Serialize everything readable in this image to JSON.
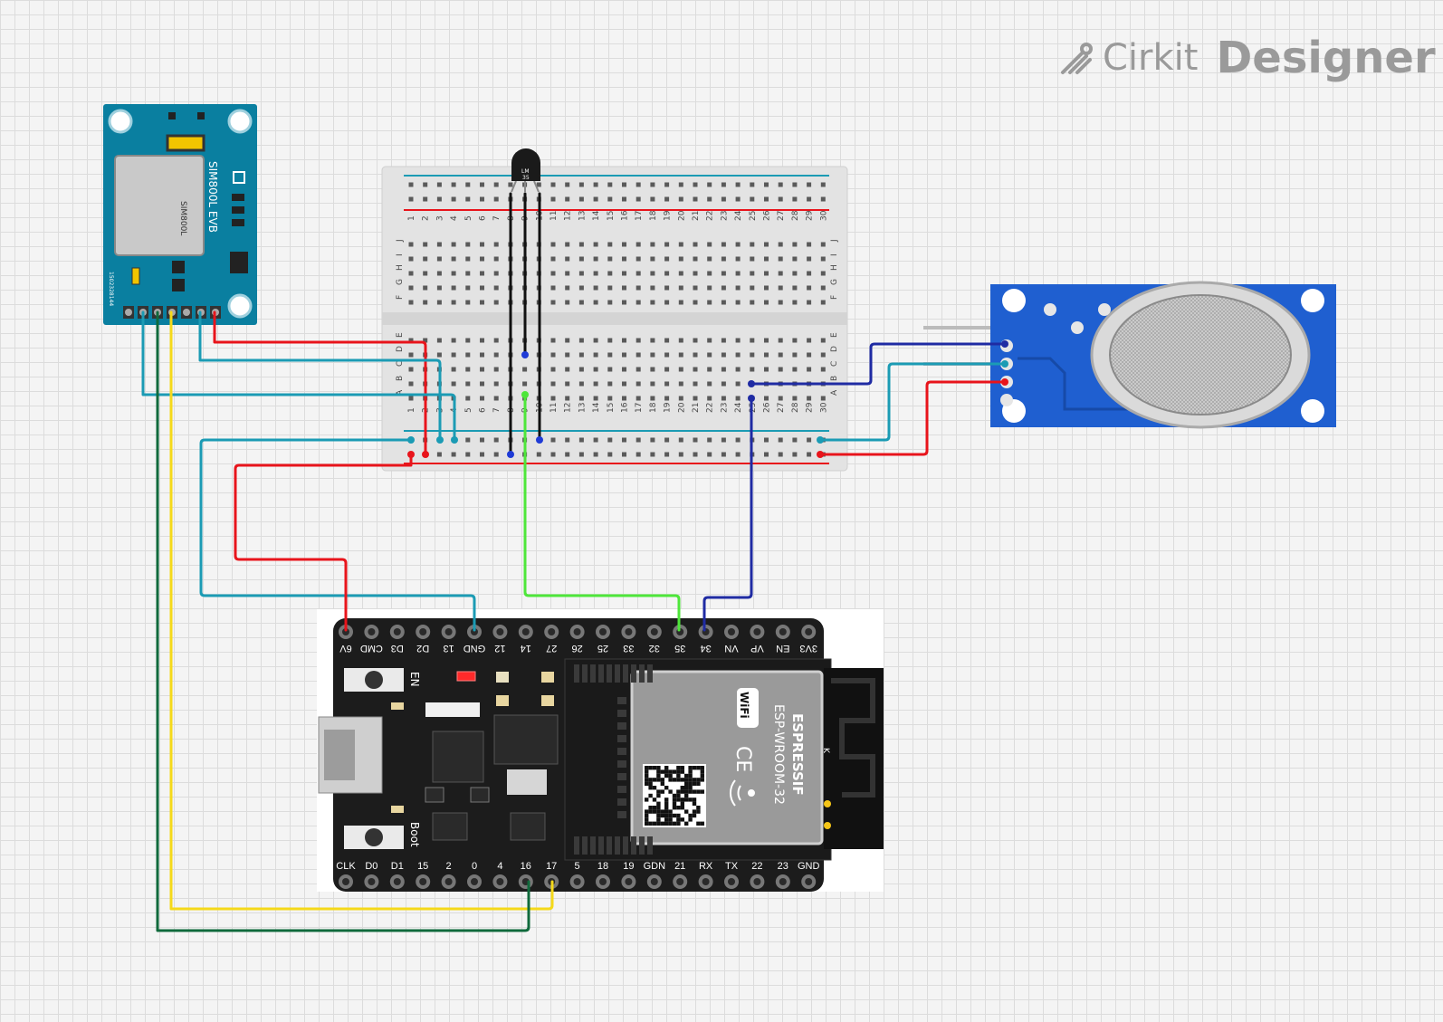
{
  "logo": {
    "part1": "Cirkit",
    "part2": "Designer"
  },
  "colors": {
    "red": "#e8141b",
    "teal": "#1b9bb4",
    "blue": "#1f2ba3",
    "green": "#4ee63a",
    "dark_green": "#106a3c",
    "yellow": "#f5d91a",
    "black": "#111111",
    "sim_board": "#0a7fa0",
    "mq_board": "#1f5fd0",
    "esp_board": "#1c1c1c"
  },
  "sim800l": {
    "silk_title": "SIM800L EVB",
    "chip_label": "SIM800L",
    "serial": "1502328144"
  },
  "sensor_ic": {
    "label_line1": "LM",
    "label_line2": "35"
  },
  "breadboard": {
    "numbers": [
      "1",
      "2",
      "3",
      "4",
      "5",
      "6",
      "7",
      "8",
      "9",
      "10",
      "11",
      "12",
      "13",
      "14",
      "15",
      "16",
      "17",
      "18",
      "19",
      "20",
      "21",
      "22",
      "23",
      "24",
      "25",
      "26",
      "27",
      "28",
      "29",
      "30"
    ],
    "rows_top": [
      "J",
      "I",
      "H",
      "G",
      "F"
    ],
    "rows_bottom": [
      "E",
      "D",
      "C",
      "B",
      "A"
    ]
  },
  "esp32": {
    "top_pins": [
      "6V",
      "CMD",
      "D3",
      "D2",
      "13",
      "GND",
      "12",
      "14",
      "27",
      "26",
      "25",
      "33",
      "32",
      "35",
      "34",
      "VN",
      "VP",
      "EN",
      "3V3"
    ],
    "bottom_pins": [
      "CLK",
      "D0",
      "D1",
      "15",
      "2",
      "0",
      "4",
      "16",
      "17",
      "5",
      "18",
      "19",
      "GDN",
      "21",
      "RX",
      "TX",
      "22",
      "23",
      "GND"
    ],
    "button_en": "EN",
    "button_boot": "Boot",
    "module_brand": "ESPRESSIF",
    "module_name": "ESP-WROOM-32",
    "wifi": "WiFi",
    "ce": "CE",
    "antenna_k": "K"
  }
}
